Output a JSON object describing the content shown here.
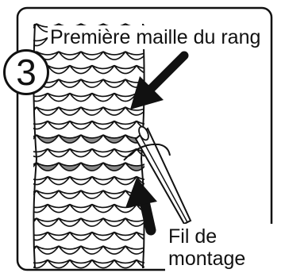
{
  "figure": {
    "step_number": "3",
    "top_label": "Première maille du rang",
    "bottom_label_line1": "Fil de",
    "bottom_label_line2": "montage"
  },
  "colors": {
    "ink": "#111111",
    "shaded_row": "#8a8a8a",
    "paper": "#ffffff"
  },
  "icons": {
    "arrow_top": "arrow-down-left-icon",
    "arrow_bottom": "arrow-up-icon",
    "needle": "needle-icon"
  }
}
